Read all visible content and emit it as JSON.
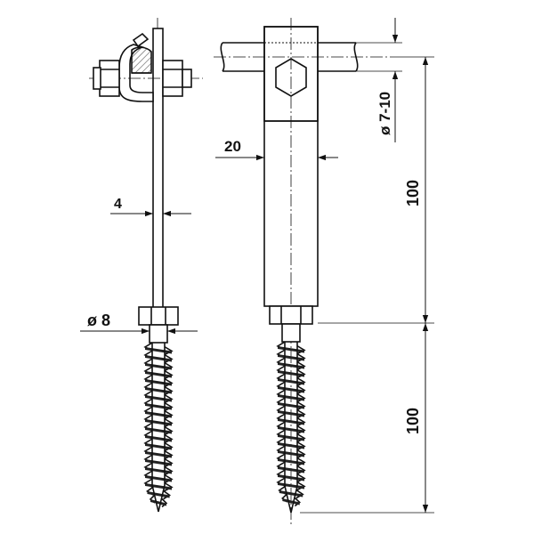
{
  "dimensions": {
    "flat_thickness": "4",
    "screw_diameter": "ø 8",
    "bar_width": "20",
    "pipe_diameter": "ø 7-10",
    "upper_length": "100",
    "lower_length": "100"
  },
  "colors": {
    "line": "#111111",
    "dim_line": "#222222",
    "fill_light": "#f4f4f4",
    "hatch": "#666666"
  },
  "icons": {
    "clamp": "u-bolt-clamp-icon",
    "hex_nut": "hex-nut-icon",
    "screw_thread": "wood-screw-thread-icon"
  }
}
